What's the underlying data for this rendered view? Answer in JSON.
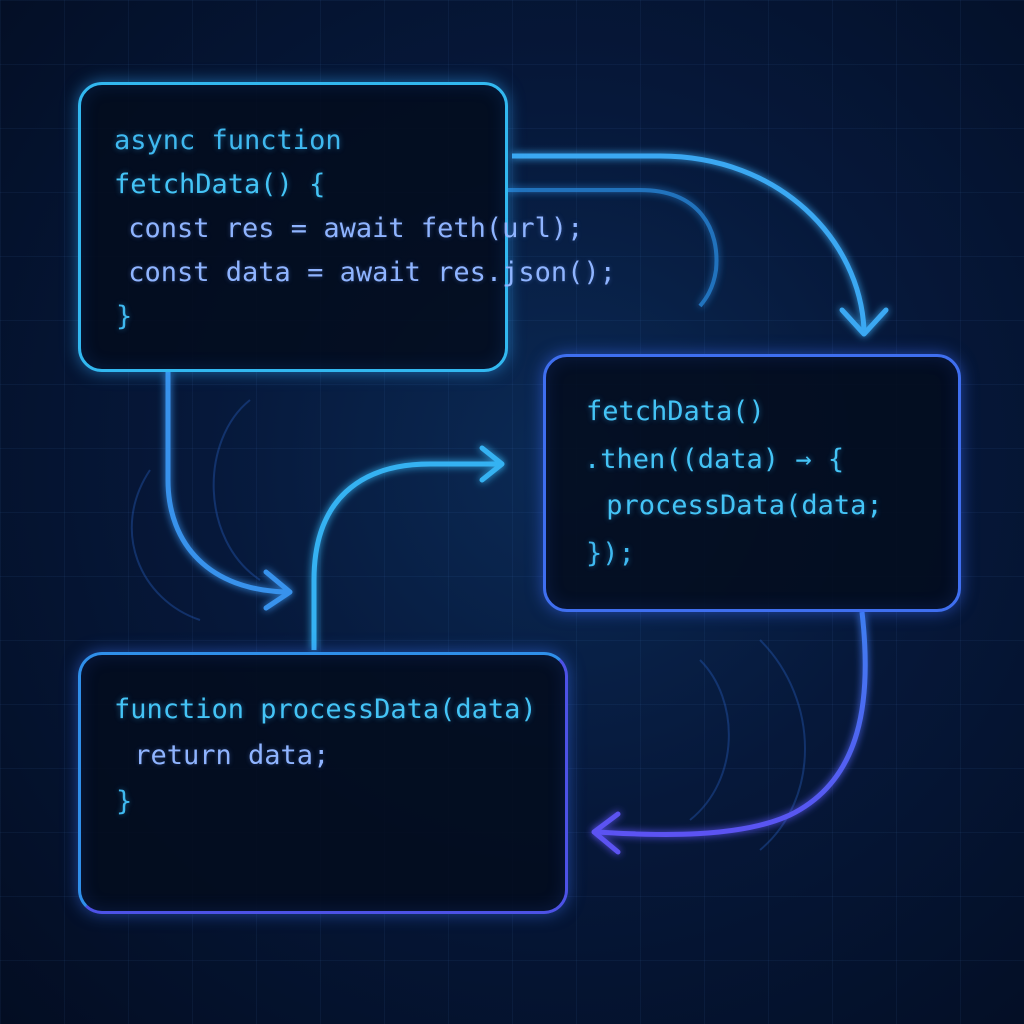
{
  "code_blocks": [
    {
      "id": "async-fetch",
      "lines": [
        "async function",
        "fetchData() {",
        " const res = await feth(url);",
        " const data = await res.json();",
        "}"
      ]
    },
    {
      "id": "then-chain",
      "lines": [
        "fetchData()",
        ".then((data) → {",
        " processData(data;",
        "});"
      ]
    },
    {
      "id": "process-data",
      "lines": [
        "function processData(data)",
        " return data;",
        "}"
      ]
    }
  ],
  "colors": {
    "background": "#06183a",
    "cyan_border": "#32b8f0",
    "blue_border": "#3f6ff0",
    "violet_arrow": "#5b52f2"
  }
}
